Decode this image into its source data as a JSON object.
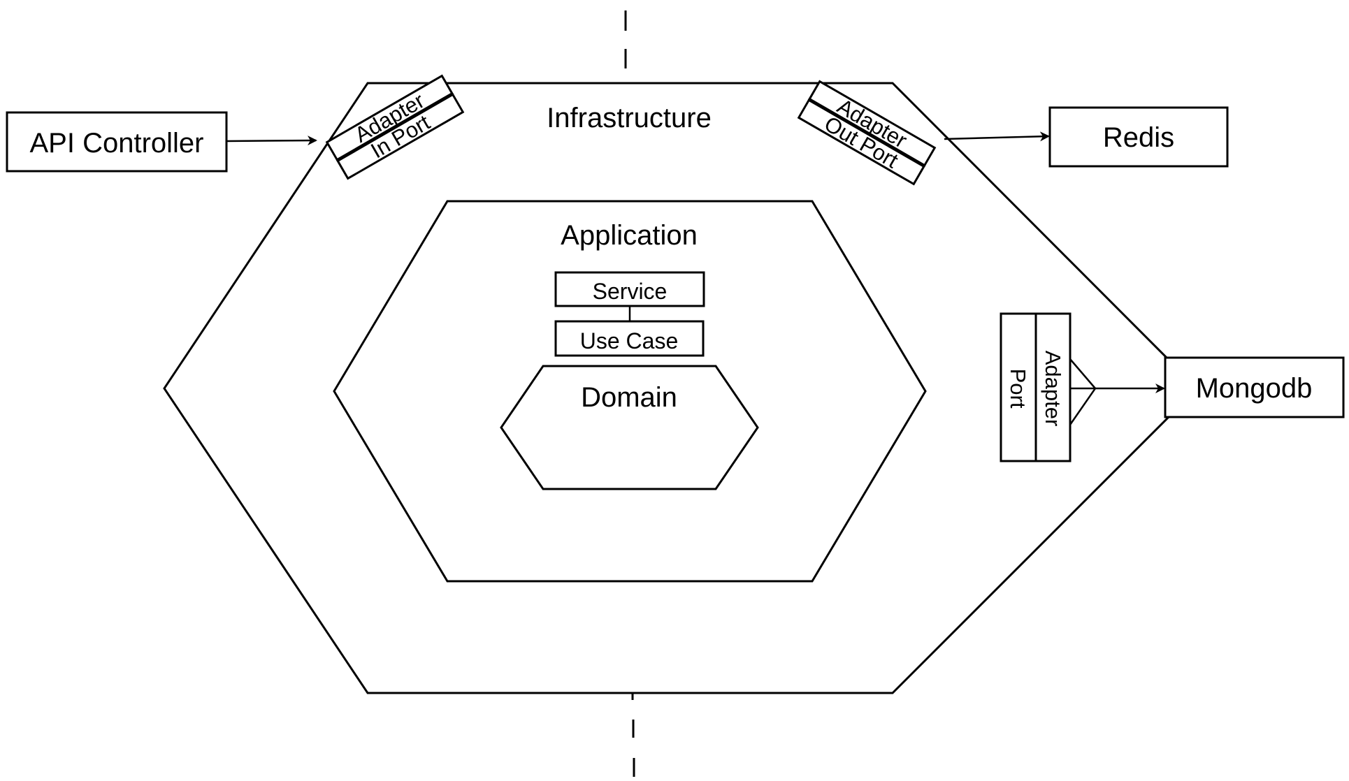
{
  "diagram": {
    "layers": {
      "infrastructure": "Infrastructure",
      "application": "Application",
      "domain": "Domain"
    },
    "application_components": {
      "service": "Service",
      "use_case": "Use Case"
    },
    "external_systems": {
      "api_controller": "API Controller",
      "redis": "Redis",
      "mongodb": "Mongodb"
    },
    "ports_adapters": {
      "in": {
        "adapter": "Adapter",
        "port": "In Port"
      },
      "out": {
        "adapter": "Adapter",
        "port": "Out Port"
      },
      "db": {
        "adapter": "Adapter",
        "port": "Port"
      }
    }
  }
}
